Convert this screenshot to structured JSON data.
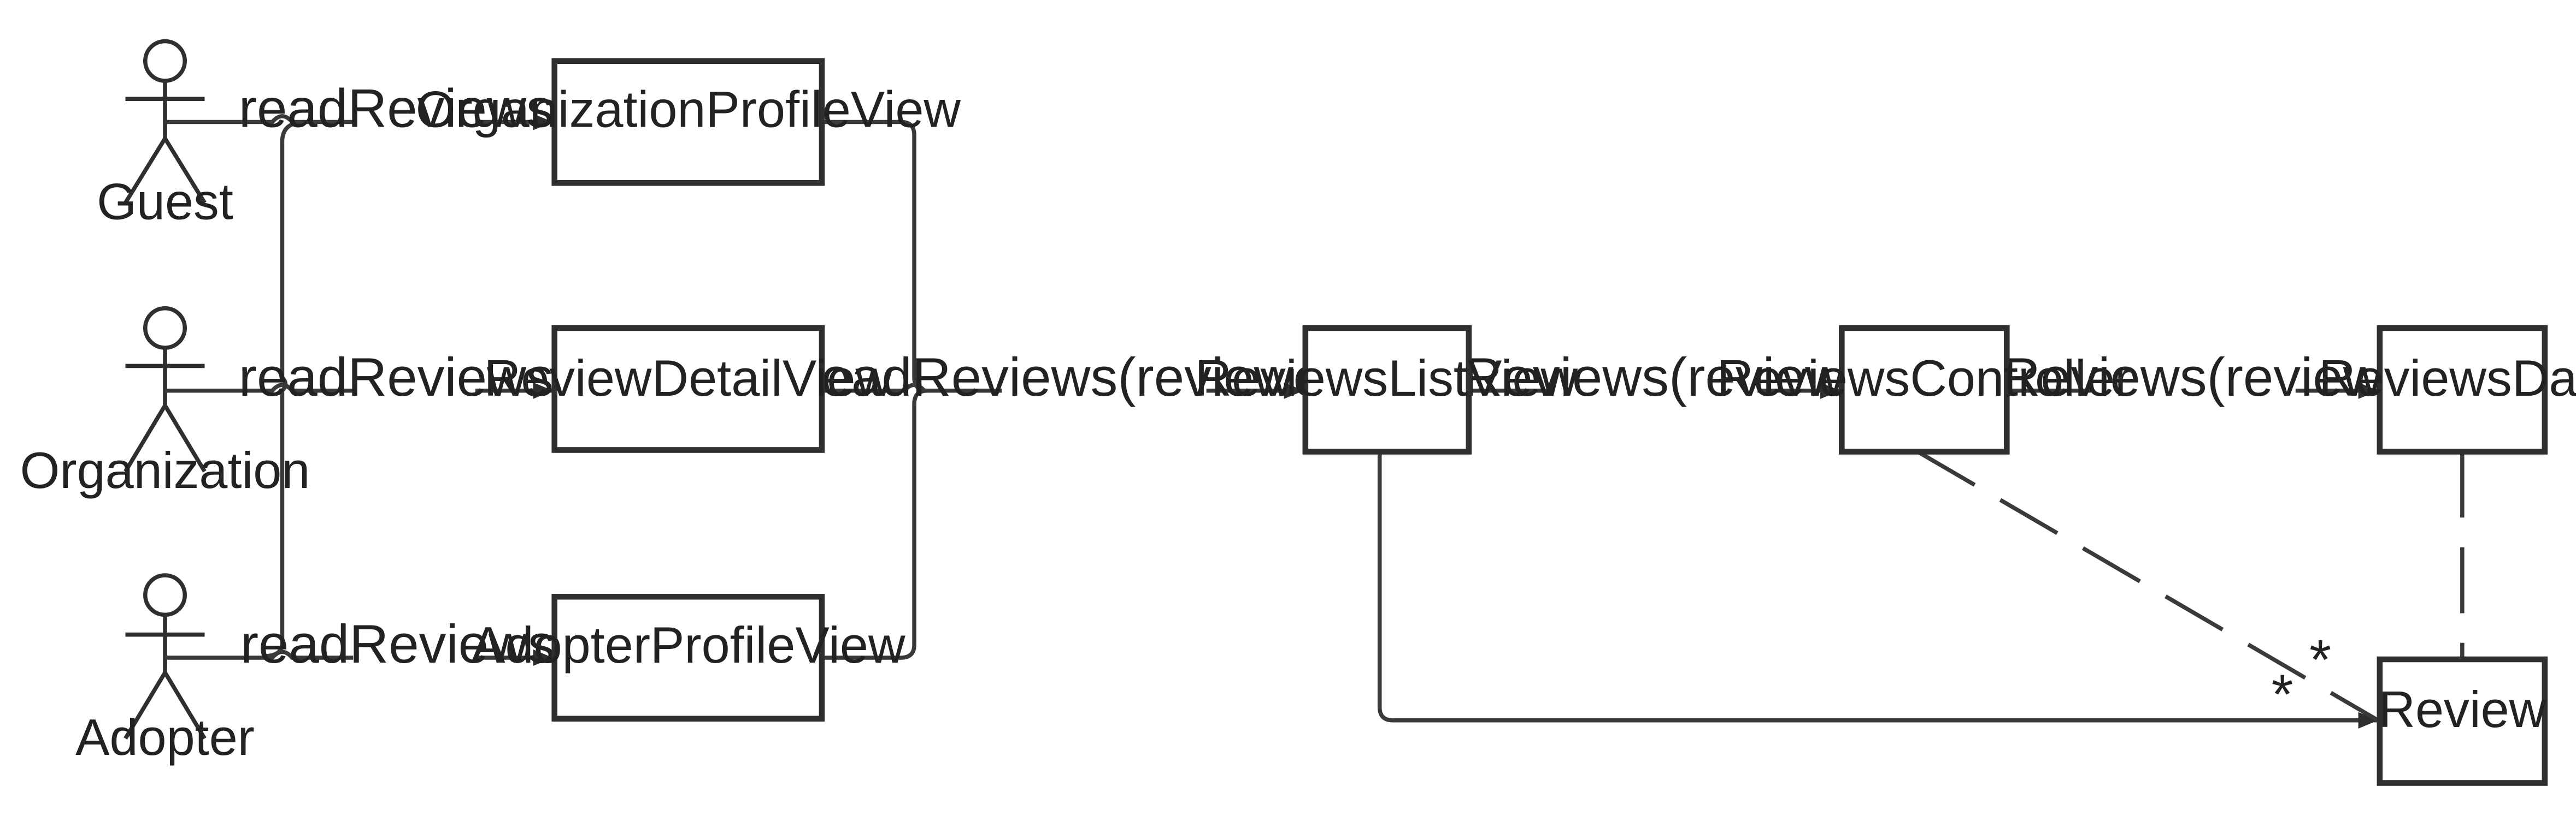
{
  "actors": [
    {
      "id": "guest",
      "label": "Guest"
    },
    {
      "id": "organization",
      "label": "Organization"
    },
    {
      "id": "adopter",
      "label": "Adopter"
    }
  ],
  "boxes": [
    {
      "id": "org-profile",
      "label": "OrganizationProfileView"
    },
    {
      "id": "review-detail",
      "label": "ReviewDetailView"
    },
    {
      "id": "adopter-profile",
      "label": "AdopterProfileView"
    },
    {
      "id": "reviews-list",
      "label": "ReviewsListView"
    },
    {
      "id": "reviews-controller",
      "label": "ReviewsController"
    },
    {
      "id": "reviews-dao",
      "label": "ReviewsDao"
    },
    {
      "id": "review",
      "label": "Review"
    }
  ],
  "messages": {
    "guest_to_org_profile": "readReviews()",
    "organization_to_review_detail": "readReviews()",
    "adopter_to_adopter_profile": "readReviews()",
    "views_to_reviews_list": "readReviews(reviewerId)",
    "list_to_controller": "readReviews(reviewerId)",
    "controller_to_dao": "readReviews(reviewerId)"
  },
  "multiplicities": {
    "controller_review": "*",
    "list_review": "*"
  }
}
